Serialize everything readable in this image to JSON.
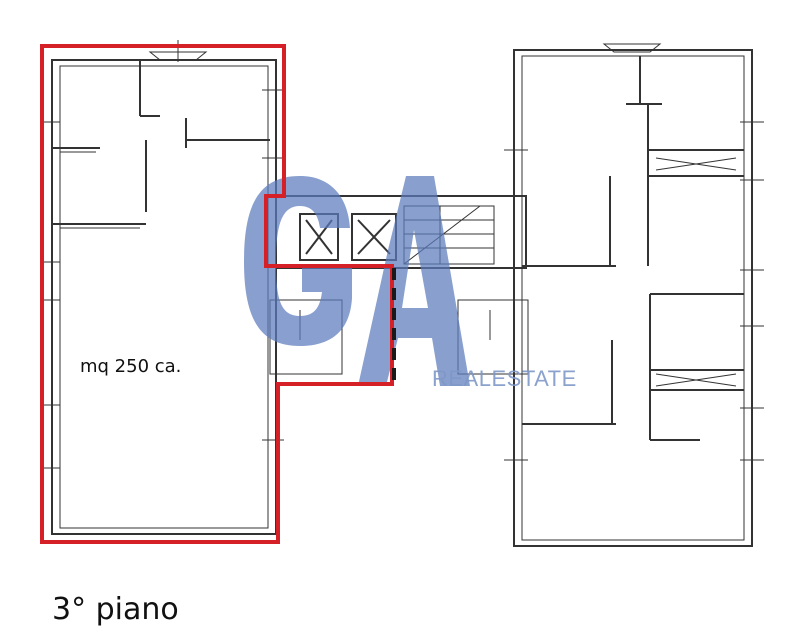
{
  "plan": {
    "area_label": "mq 250 ca.",
    "floor_label": "3° piano"
  },
  "watermark": {
    "logo_letters": "GA",
    "subtitle": "REALESTATE",
    "color": "#5b7bbd"
  },
  "highlight_color": "#d62027"
}
